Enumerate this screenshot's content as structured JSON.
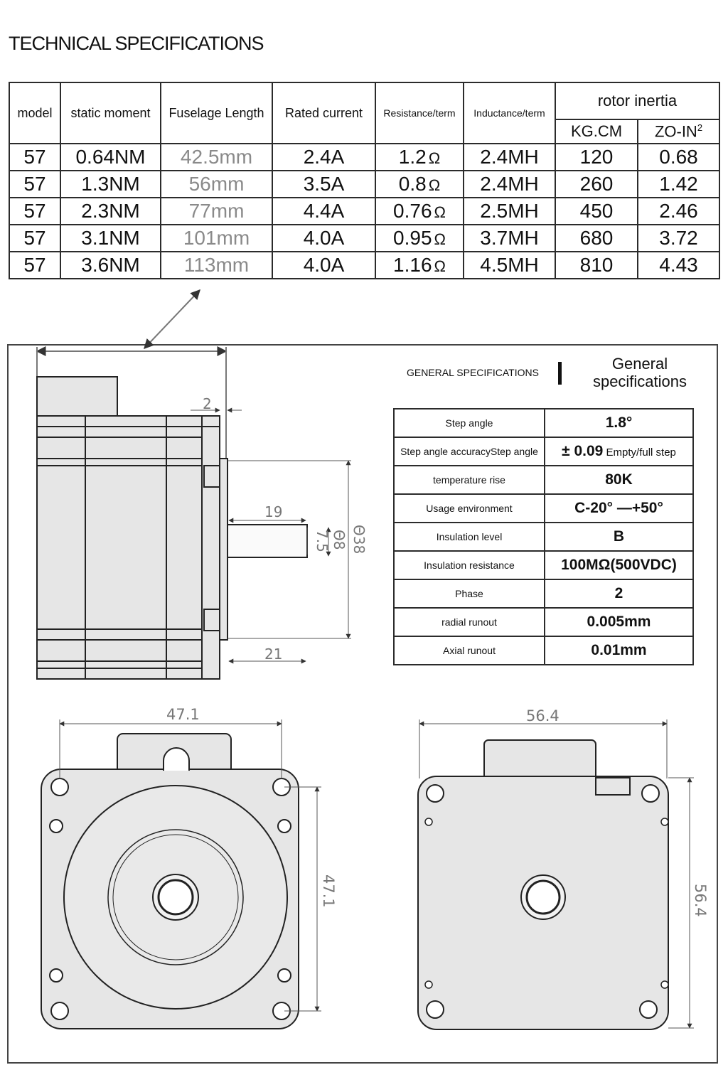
{
  "page_title": "TECHNICAL SPECIFICATIONS",
  "tech_table": {
    "headers": {
      "model": "model",
      "static_moment": "static moment",
      "fuselage_length": "Fuselage Length",
      "rated_current": "Rated current",
      "resistance": "Resistance/term",
      "inductance": "Inductance/term",
      "rotor_inertia": "rotor inertia",
      "kgcm": "KG.CM",
      "ozin": "ZO-IN",
      "ozin_sup": "2"
    },
    "rows": [
      {
        "model": "57",
        "moment": "0.64NM",
        "length": "42.5mm",
        "current": "2.4A",
        "resistance": "1.2",
        "inductance": "2.4MH",
        "kgcm": "120",
        "ozin": "0.68"
      },
      {
        "model": "57",
        "moment": "1.3NM",
        "length": "56mm",
        "current": "3.5A",
        "resistance": "0.8",
        "inductance": "2.4MH",
        "kgcm": "260",
        "ozin": "1.42"
      },
      {
        "model": "57",
        "moment": "2.3NM",
        "length": "77mm",
        "current": "4.4A",
        "resistance": "0.76",
        "inductance": "2.5MH",
        "kgcm": "450",
        "ozin": "2.46"
      },
      {
        "model": "57",
        "moment": "3.1NM",
        "length": "101mm",
        "current": "4.0A",
        "resistance": "0.95",
        "inductance": "3.7MH",
        "kgcm": "680",
        "ozin": "3.72"
      },
      {
        "model": "57",
        "moment": "3.6NM",
        "length": "113mm",
        "current": "4.0A",
        "resistance": "1.16",
        "inductance": "4.5MH",
        "kgcm": "810",
        "ozin": "4.43"
      }
    ],
    "ohm_symbol": "Ω"
  },
  "general": {
    "header_en": "GENERAL SPECIFICATIONS",
    "header_title": "General specifications",
    "rows": [
      {
        "label": "Step angle",
        "value": "1.8°",
        "sub": ""
      },
      {
        "label": "Step angle accuracyStep angle",
        "value": "± 0.09",
        "sub": " Empty/full step"
      },
      {
        "label": "temperature rise",
        "value": "80K",
        "sub": ""
      },
      {
        "label": "Usage environment",
        "value": "C-20° —+50°",
        "sub": ""
      },
      {
        "label": "Insulation level",
        "value": "B",
        "sub": ""
      },
      {
        "label": "Insulation resistance",
        "value": "100MΩ(500VDC)",
        "sub": ""
      },
      {
        "label": "Phase",
        "value": "2",
        "sub": ""
      },
      {
        "label": "radial runout",
        "value": "0.005mm",
        "sub": ""
      },
      {
        "label": "Axial runout",
        "value": "0.01mm",
        "sub": ""
      }
    ]
  },
  "dimensions": {
    "flange_gap": "2",
    "shaft_length": "19",
    "shaft_flat": "7.5",
    "shaft_dia": "Θ8",
    "boss_dia": "Θ38",
    "shaft_total": "21",
    "front_width": "47.1",
    "front_height": "47.1",
    "rear_width": "56.4",
    "rear_height": "56.4"
  }
}
